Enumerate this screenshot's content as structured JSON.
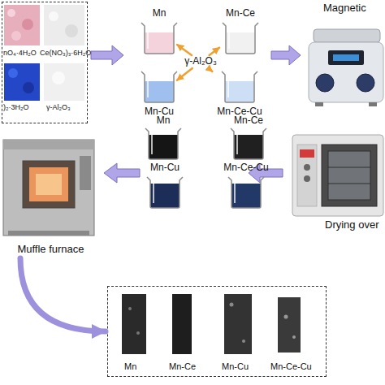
{
  "diagram": {
    "nodes": [
      {
        "text": [
          "nO₄·4H₂O",
          "Ce(NO₃)₃·6H₂O",
          ")₂·3H₂O",
          "γ-Al₂O₃"
        ]
      },
      {
        "text": [
          "Mn"
        ]
      },
      {
        "text": [
          "Mn-Ce"
        ]
      },
      {
        "text": [
          "γ-Al₂O₃"
        ]
      },
      {
        "text": [
          "Mn-Cu"
        ]
      },
      {
        "text": [
          "Mn-Ce-Cu"
        ]
      },
      {
        "text": [
          "Magnetic"
        ]
      },
      {
        "text": [
          "Mn"
        ]
      },
      {
        "text": [
          "Mn-Ce"
        ]
      },
      {
        "text": [
          "Mn-Cu"
        ]
      },
      {
        "text": [
          "Mn-Ce-Cu"
        ]
      },
      {
        "text": [
          "Drying over"
        ]
      },
      {
        "text": [
          "Muffle furnace"
        ]
      },
      {
        "text": [
          "Mn",
          "Mn-Ce",
          "Mn-Cu",
          "Mn-Ce-Cu"
        ]
      }
    ],
    "edges": [
      {
        "from": 3,
        "to": 1,
        "arrow": "to"
      },
      {
        "from": 3,
        "to": 2,
        "arrow": "to"
      },
      {
        "from": 3,
        "to": 4,
        "arrow": "to"
      },
      {
        "from": 3,
        "to": 5,
        "arrow": "to"
      },
      {
        "from": 12,
        "to": 13,
        "arrow": "to"
      }
    ]
  }
}
